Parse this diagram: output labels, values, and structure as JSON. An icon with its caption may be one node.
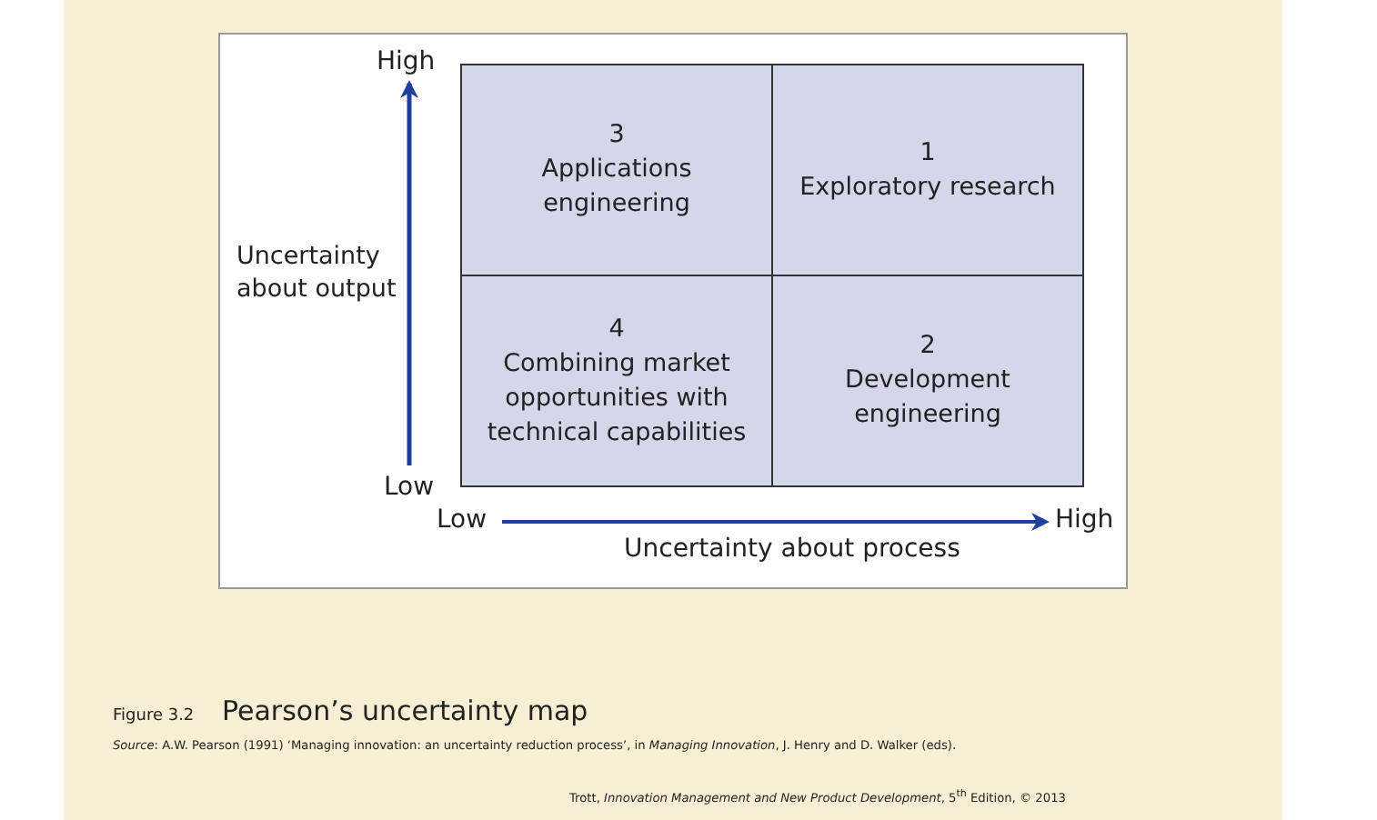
{
  "diagram": {
    "title": "Pearson’s uncertainty map",
    "nodes": [
      {
        "text": [
          "3",
          "Applications engineering"
        ]
      },
      {
        "text": [
          "1",
          "Exploratory research"
        ]
      },
      {
        "text": [
          "4",
          "Combining market opportunities with technical capabilities"
        ]
      },
      {
        "text": [
          "2",
          "Development engineering"
        ]
      }
    ],
    "labels": [
      "High",
      "Uncertainty about output",
      "Low",
      "Low",
      "High",
      "Uncertainty about process",
      "Figure 3.2",
      "*Source*: A.W. Pearson (1991) ‘Managing innovation: an uncertainty reduction process’, in *Managing Innovation*, J. Henry and D. Walker (eds).",
      "Trott, *Innovation Management and New Product Development*, 5$^{th}$ Edition, © 2013"
    ]
  }
}
